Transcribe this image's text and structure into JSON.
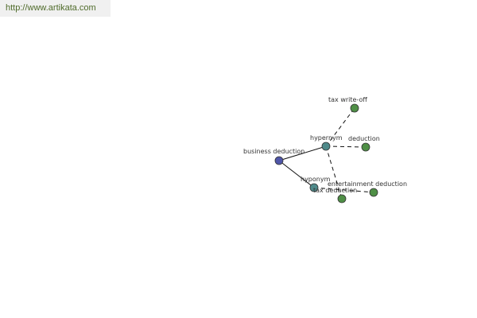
{
  "source_url": "http://www.artikata.com",
  "colors": {
    "center_node": "#4f56a8",
    "relation_node": "#4f8a8a",
    "term_node": "#4f8f46",
    "node_stroke": "#333333",
    "edge": "#111111",
    "url_text": "#4f6b2a",
    "label_text": "#333333"
  },
  "graph": {
    "center": {
      "id": "center",
      "label": "business deduction"
    },
    "relations": [
      {
        "id": "hypernym",
        "label": "hypernym"
      },
      {
        "id": "hyponym",
        "label": "hyponym"
      }
    ],
    "terms": [
      {
        "id": "t1",
        "label": "tax write-off",
        "relation": "hypernym"
      },
      {
        "id": "t2",
        "label": "deduction",
        "relation": "hypernym"
      },
      {
        "id": "t3",
        "label": "tax deduction",
        "relation": "hypernym"
      },
      {
        "id": "t4",
        "label": "entertainment deduction",
        "relation": "hyponym"
      }
    ]
  }
}
